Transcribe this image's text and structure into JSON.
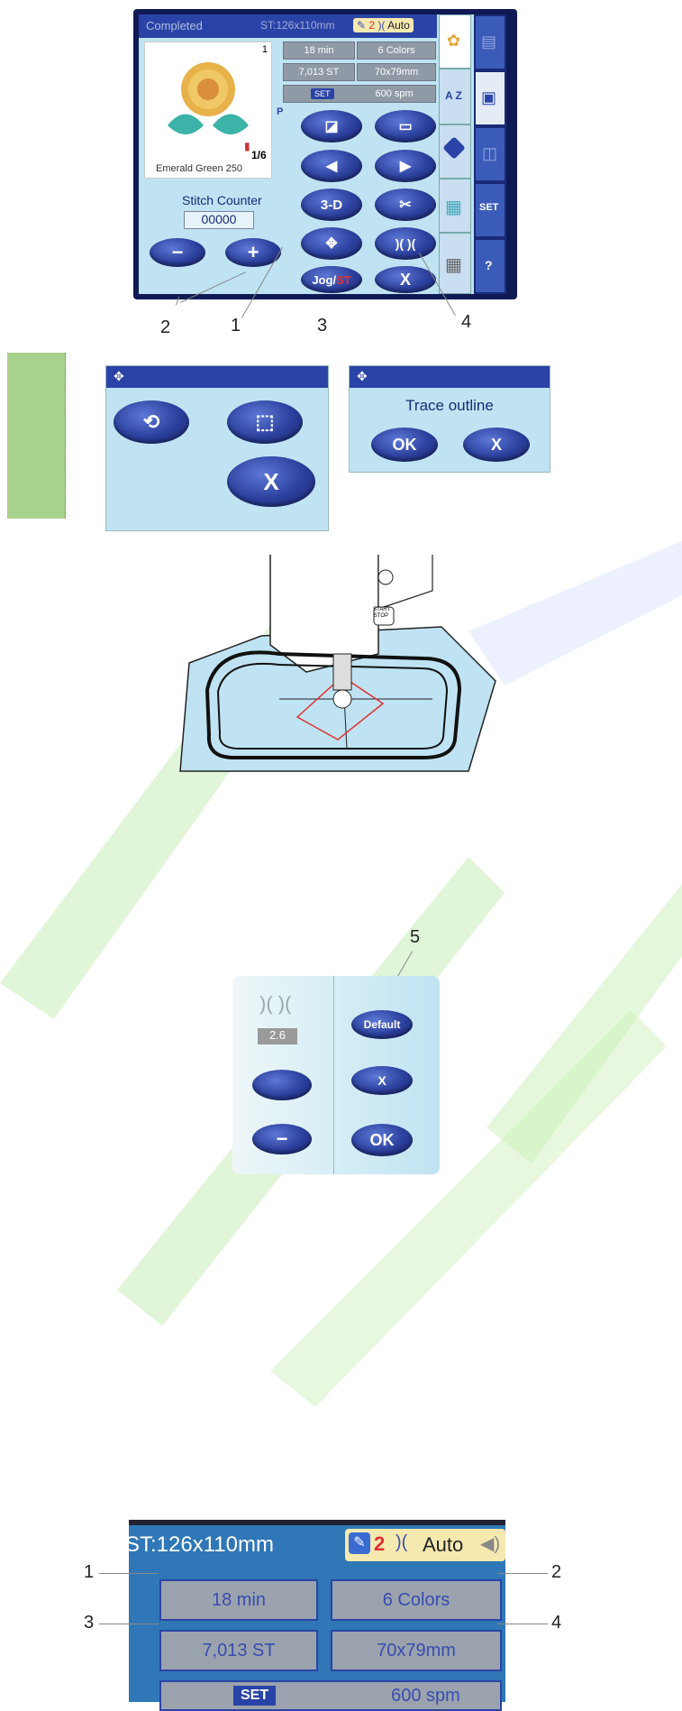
{
  "screen1": {
    "title": "Completed",
    "design_size_faded": "ST:126x110mm",
    "thread_count": "2",
    "auto_label": "Auto",
    "page_number": "1",
    "color_index": "1/6",
    "thread_color_name": "Emerald Green 250",
    "info_time": "18 min",
    "info_colors": "6 Colors",
    "info_stitches": "7,013 ST",
    "info_size": "70x79mm",
    "info_set_label": "SET",
    "info_speed": "600 spm",
    "p_label": "P",
    "stitch_counter_label": "Stitch Counter",
    "stitch_counter_value": "00000",
    "minus_label": "−",
    "plus_label": "+",
    "btn_3d_label": "3-D",
    "btn_jog_label": "Jog",
    "btn_st_label": "ST",
    "btn_close_label": "X",
    "tab_az_label": "A Z",
    "tab_set_label": "SET",
    "tab_help_label": "?"
  },
  "callouts_top": [
    "2",
    "1",
    "3",
    "4"
  ],
  "trace_panel": {
    "close_label": "X"
  },
  "trace_dialog": {
    "message": "Trace outline",
    "ok_label": "OK",
    "cancel_label": "X"
  },
  "machine_labels": {
    "start_stop": "START STOP"
  },
  "callout_5": "5",
  "density_panel": {
    "value": "2.6",
    "default_label": "Default",
    "x_label": "X",
    "minus_label": "−",
    "ok_label": "OK"
  },
  "zoom": {
    "size": "ST:126x110mm",
    "thread_count": "2",
    "auto_label": "Auto",
    "time": "18 min",
    "colors": "6 Colors",
    "stitches": "7,013 ST",
    "size_mm": "70x79mm",
    "set_label": "SET",
    "speed": "600 spm"
  },
  "callouts_zoom": [
    "1",
    "2",
    "3",
    "4"
  ],
  "colors": {
    "navy": "#0f1a55",
    "button_blue": "#2b3f9c",
    "screen_bg": "#bfe3f2",
    "header_blue": "#2a43a6",
    "info_gray": "#8f9aa6",
    "zoom_bg": "#2f77b6",
    "accent_red": "#e03030",
    "watermark_green": "#b9e6a8",
    "watermark_blue": "#dfe6ff",
    "swatch_green": "#a9d18e"
  }
}
